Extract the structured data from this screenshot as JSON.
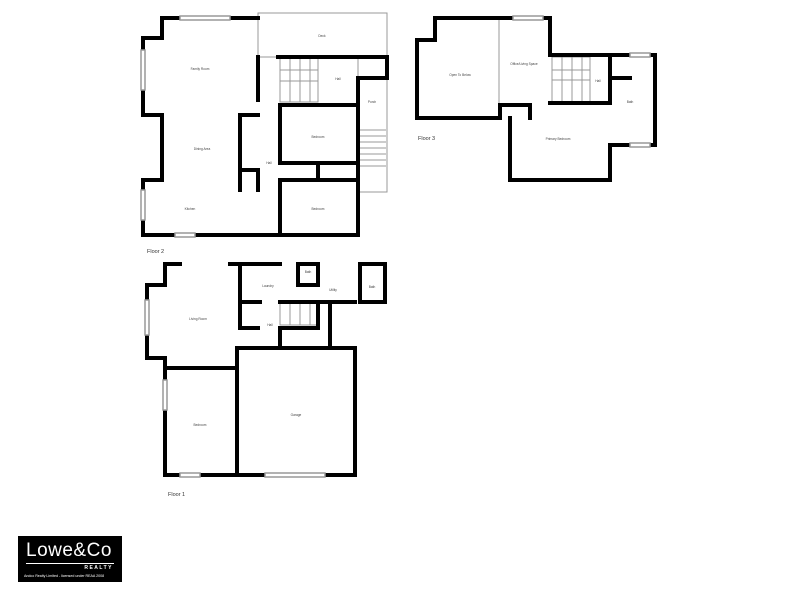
{
  "floors": [
    {
      "label": "Floor 2",
      "rooms": [
        "Family Room",
        "Deck",
        "Hall",
        "Porch",
        "Bedroom",
        "Dining Area",
        "Hall",
        "Kitchen",
        "Bedroom"
      ]
    },
    {
      "label": "Floor 3",
      "rooms": [
        "Open To Below",
        "Office/Living Space",
        "Hall",
        "Bath",
        "Primary Bedroom"
      ]
    },
    {
      "label": "Floor 1",
      "rooms": [
        "Living Room",
        "Laundry",
        "Bath",
        "Utility",
        "Bath",
        "Hall",
        "Bedroom",
        "Garage"
      ]
    }
  ],
  "logo": {
    "name": "Lowe&Co",
    "tagline": "REALTY",
    "license": "Andco Realty Limited - licensed under REAA 2008"
  },
  "colors": {
    "walls": "#000000",
    "background": "#ffffff",
    "logo_bg": "#000000"
  }
}
